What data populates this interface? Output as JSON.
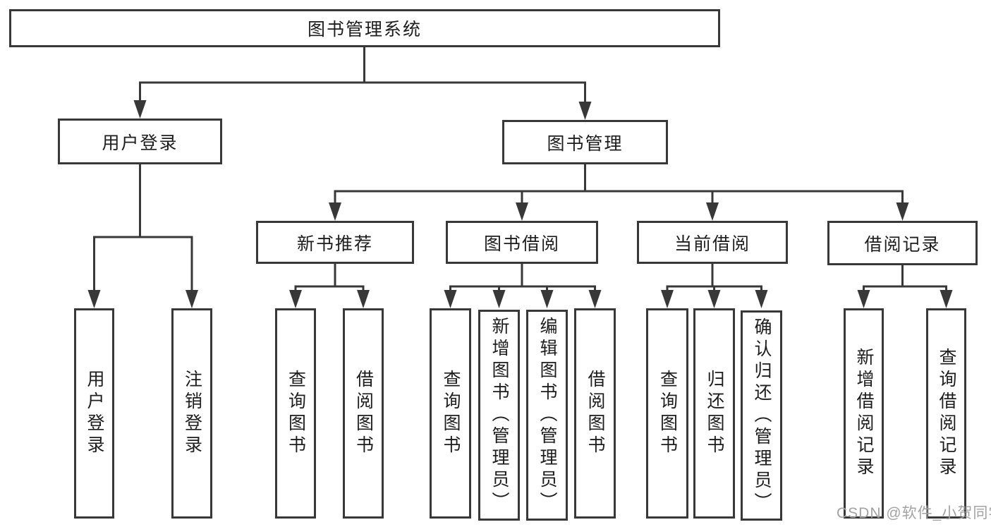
{
  "title": "图书管理系统",
  "nodes": {
    "root": "图书管理系统",
    "user_login": "用户登录",
    "book_mgmt": "图书管理",
    "new_book_rec": "新书推荐",
    "book_borrow": "图书借阅",
    "current_borrow": "当前借阅",
    "borrow_record": "借阅记录",
    "ul_user_login": "用户登录",
    "ul_logout": "注销登录",
    "nb_query_book": "查询图书",
    "nb_borrow_book": "借阅图书",
    "bb_query_book": "查询图书",
    "bb_add_book": "新增图书（管理员）",
    "bb_edit_book": "编辑图书（管理员）",
    "bb_borrow_book": "借阅图书",
    "cb_query_book": "查询图书",
    "cb_return_book": "归还图书",
    "cb_confirm_return": "确认归还（管理员）",
    "br_add_record": "新增借阅记录",
    "br_query_record": "查询借阅记录",
    "watermark": "CSDN @软件_小贺同学"
  },
  "hierarchy": {
    "图书管理系统": {
      "用户登录": [
        "用户登录",
        "注销登录"
      ],
      "图书管理": {
        "新书推荐": [
          "查询图书",
          "借阅图书"
        ],
        "图书借阅": [
          "查询图书",
          "新增图书（管理员）",
          "编辑图书（管理员）",
          "借阅图书"
        ],
        "当前借阅": [
          "查询图书",
          "归还图书",
          "确认归还（管理员）"
        ],
        "借阅记录": [
          "新增借阅记录",
          "查询借阅记录"
        ]
      }
    }
  },
  "colors": {
    "line": "#383838",
    "text": "#1d1d1d",
    "watermark": "#a2a2a2",
    "background": "#ffffff"
  }
}
